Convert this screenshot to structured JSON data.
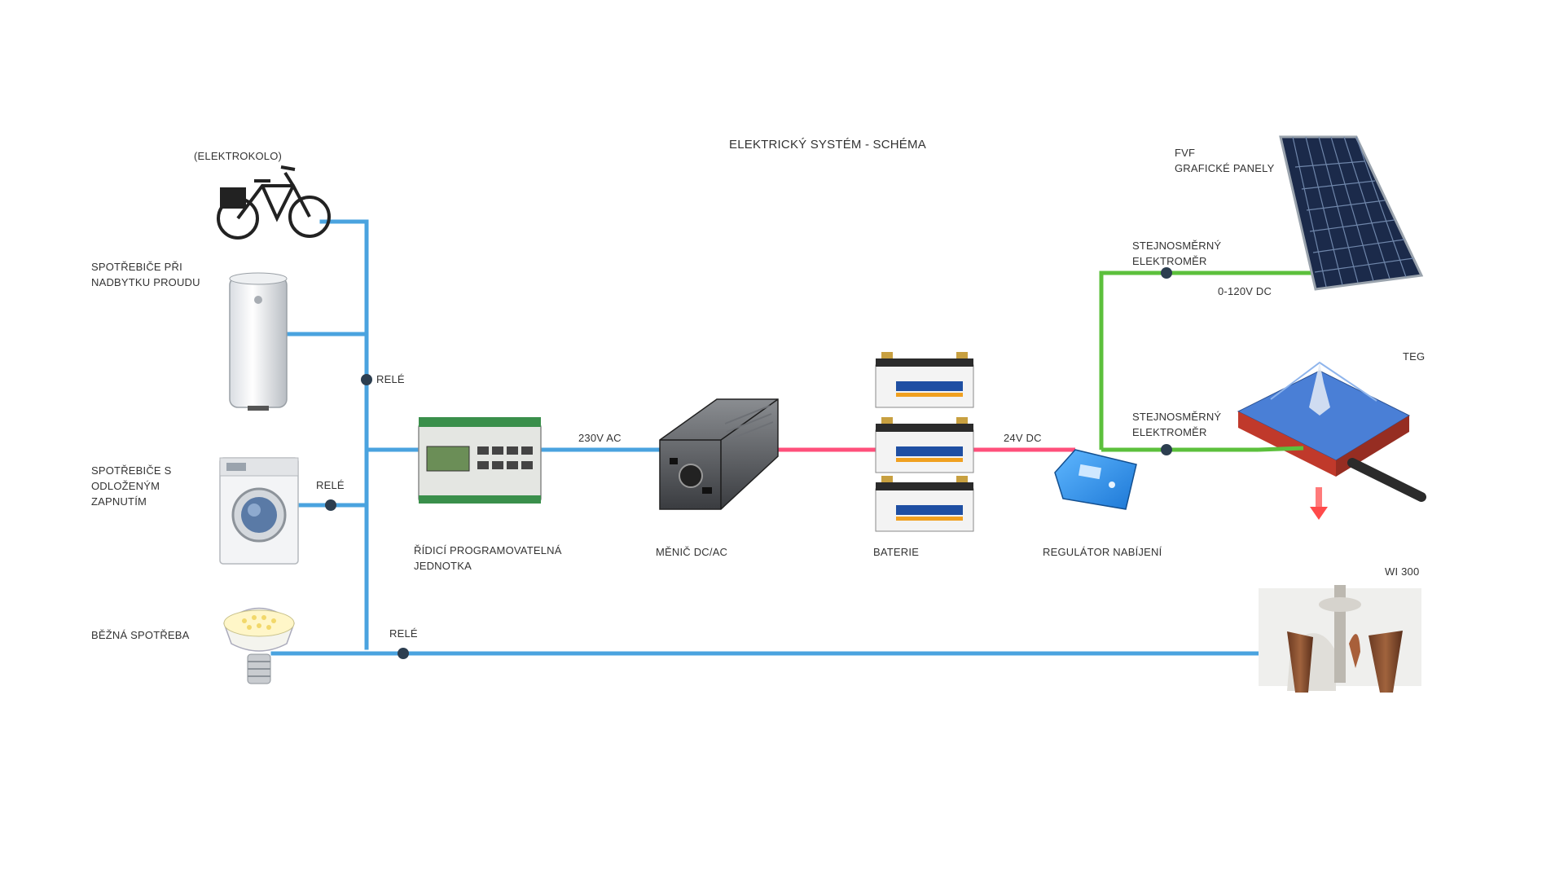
{
  "title": "ELEKTRICKÝ SYSTÉM - SCHÉMA",
  "labels": {
    "ebike": "(ELEKTROKOLO)",
    "surplus_line1": "SPOTŘEBIČE PŘI",
    "surplus_line2": "NADBYTKU PROUDU",
    "delayed_line1": "SPOTŘEBIČE S",
    "delayed_line2": "ODLOŽENÝM",
    "delayed_line3": "ZAPNUTÍM",
    "common": "BĚŽNÁ SPOTŘEBA",
    "relay1": "RELÉ",
    "relay2": "RELÉ",
    "relay3": "RELÉ",
    "plc_line1": "ŘÍDICÍ PROGRAMOVATELNÁ",
    "plc_line2": "JEDNOTKA",
    "ac_voltage": "230V AC",
    "inverter": "MĚNIČ DC/AC",
    "battery": "BATERIE",
    "dc_voltage": "24V DC",
    "regulator": "REGULÁTOR NABÍJENÍ",
    "meter1_line1": "STEJNOSMĚRNÝ",
    "meter1_line2": "ELEKTROMĚR",
    "meter2_line1": "STEJNOSMĚRNÝ",
    "meter2_line2": "ELEKTROMĚR",
    "pv_line1": "FVF",
    "pv_line2": "GRAFICKÉ PANELY",
    "pv_voltage": "0-120V DC",
    "teg": "TEG",
    "wind": "WI 300"
  },
  "colors": {
    "ac_line": "#4aa3df",
    "dc_line": "#ff4f7b",
    "pv_line": "#5cc03c",
    "node": "#2c3e50"
  }
}
